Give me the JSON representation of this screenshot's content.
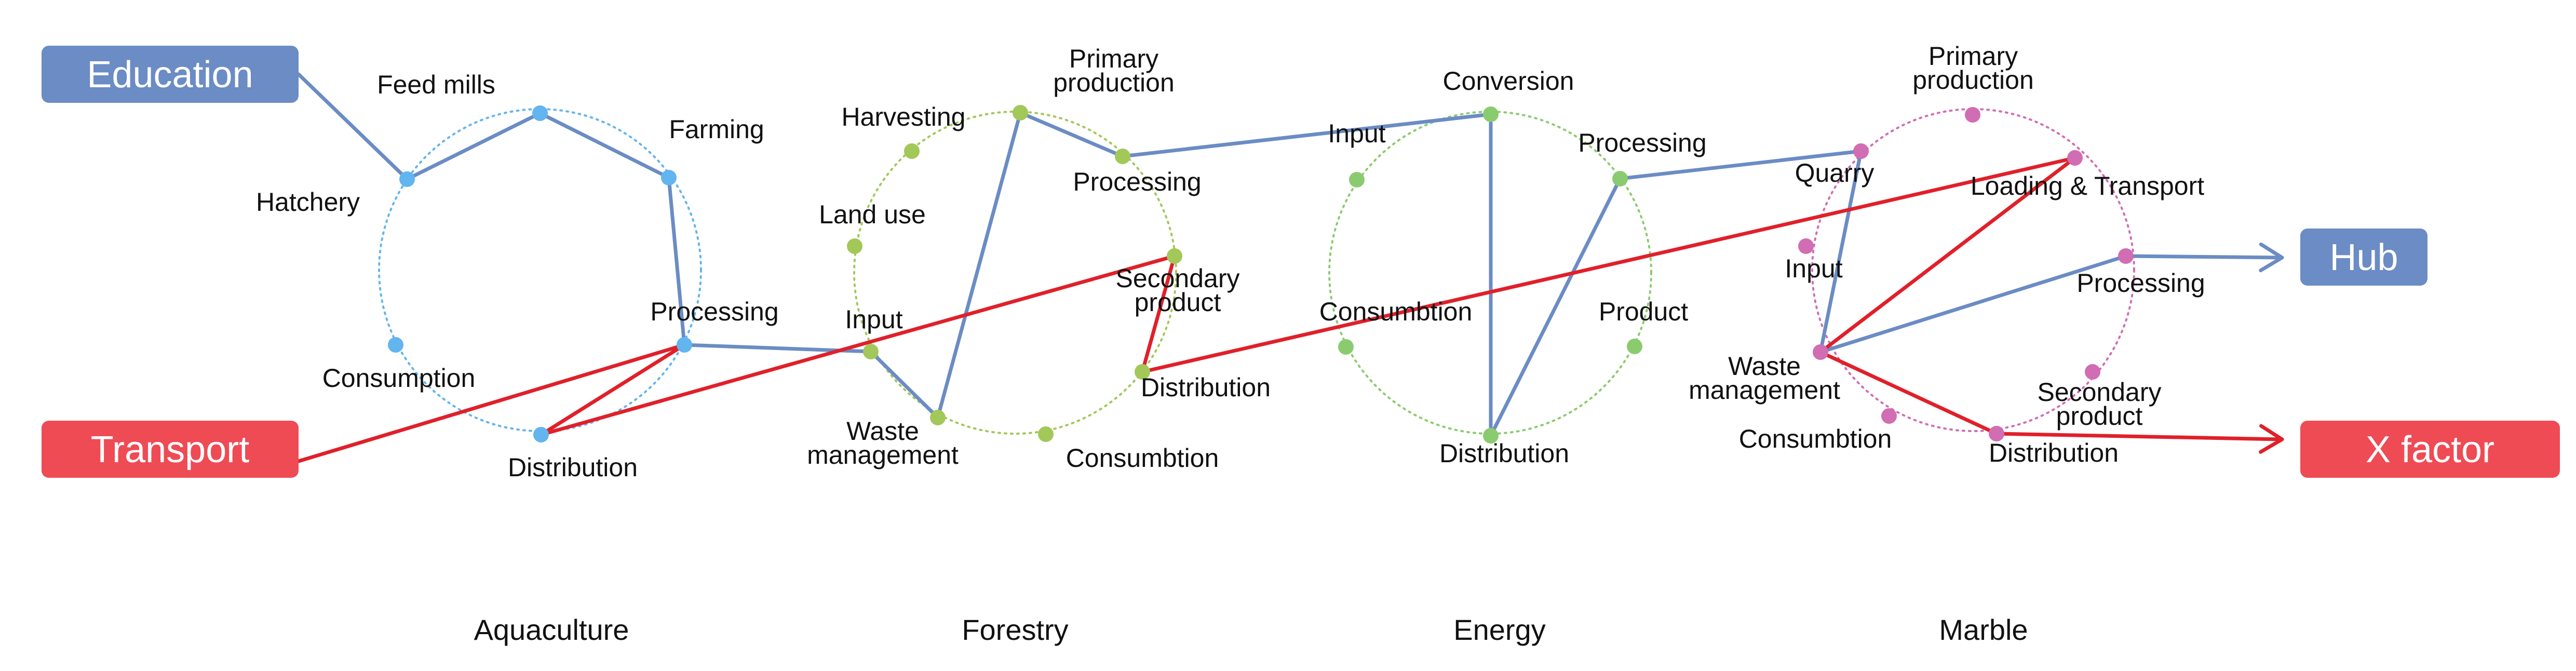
{
  "colors": {
    "blue_line": "#6b8cc4",
    "red_line": "#e0202a",
    "aquaculture": "#62b5ee",
    "forestry": "#a2c85a",
    "energy": "#8bcb6f",
    "marble": "#d16db3",
    "education_box": "#6b8cc4",
    "transport_box": "#ef4b55",
    "hub_box": "#6b8cc4",
    "xfactor_box": "#ef4b55"
  },
  "boxes": [
    {
      "id": "education",
      "label": "Education",
      "color": "blue"
    },
    {
      "id": "transport",
      "label": "Transport",
      "color": "red"
    },
    {
      "id": "hub",
      "label": "Hub",
      "color": "blue"
    },
    {
      "id": "xfactor",
      "label": "X factor",
      "color": "red"
    }
  ],
  "sectors": [
    {
      "id": "aquaculture",
      "name": "Aquaculture",
      "nodes": [
        {
          "id": "a_feed",
          "label": "Feed mills"
        },
        {
          "id": "a_farm",
          "label": "Farming"
        },
        {
          "id": "a_hatch",
          "label": "Hatchery"
        },
        {
          "id": "a_proc",
          "label": "Processing"
        },
        {
          "id": "a_cons",
          "label": "Consumption"
        },
        {
          "id": "a_dist",
          "label": "Distribution"
        }
      ]
    },
    {
      "id": "forestry",
      "name": "Forestry",
      "nodes": [
        {
          "id": "f_prim",
          "label": "Primary\nproduction"
        },
        {
          "id": "f_harv",
          "label": "Harvesting"
        },
        {
          "id": "f_proc",
          "label": "Processing"
        },
        {
          "id": "f_land",
          "label": "Land use"
        },
        {
          "id": "f_sec",
          "label": "Secondary\nproduct"
        },
        {
          "id": "f_input",
          "label": "Input"
        },
        {
          "id": "f_dist",
          "label": "Distribution"
        },
        {
          "id": "f_waste",
          "label": "Waste\nmanagement"
        },
        {
          "id": "f_cons",
          "label": "Consumbtion"
        }
      ]
    },
    {
      "id": "energy",
      "name": "Energy",
      "nodes": [
        {
          "id": "e_conv",
          "label": "Conversion"
        },
        {
          "id": "e_input",
          "label": "Input"
        },
        {
          "id": "e_proc",
          "label": "Processing"
        },
        {
          "id": "e_cons",
          "label": "Consumbtion"
        },
        {
          "id": "e_prod",
          "label": "Product"
        },
        {
          "id": "e_dist",
          "label": "Distribution"
        }
      ]
    },
    {
      "id": "marble",
      "name": "Marble",
      "nodes": [
        {
          "id": "m_prim",
          "label": "Primary\nproduction"
        },
        {
          "id": "m_quarry",
          "label": "Quarry"
        },
        {
          "id": "m_load",
          "label": "Loading & Transport"
        },
        {
          "id": "m_input",
          "label": "Input"
        },
        {
          "id": "m_proc",
          "label": "Processing"
        },
        {
          "id": "m_waste",
          "label": "Waste\nmanagement"
        },
        {
          "id": "m_sec",
          "label": "Secondary\nproduct"
        },
        {
          "id": "m_cons",
          "label": "Consumbtion"
        },
        {
          "id": "m_dist",
          "label": "Distribution"
        }
      ]
    }
  ],
  "links": [
    {
      "from": "education",
      "to": "a_hatch",
      "color": "blue"
    },
    {
      "from": "a_hatch",
      "to": "a_feed",
      "color": "blue"
    },
    {
      "from": "a_feed",
      "to": "a_farm",
      "color": "blue"
    },
    {
      "from": "a_farm",
      "to": "a_proc",
      "color": "blue"
    },
    {
      "from": "a_proc",
      "to": "f_input",
      "color": "blue"
    },
    {
      "from": "f_input",
      "to": "f_waste",
      "color": "blue"
    },
    {
      "from": "f_waste",
      "to": "f_prim",
      "color": "blue"
    },
    {
      "from": "f_prim",
      "to": "f_proc",
      "color": "blue"
    },
    {
      "from": "f_proc",
      "to": "e_conv",
      "color": "blue"
    },
    {
      "from": "e_conv",
      "to": "e_dist",
      "color": "blue"
    },
    {
      "from": "e_dist",
      "to": "e_proc",
      "color": "blue"
    },
    {
      "from": "e_proc",
      "to": "m_quarry",
      "color": "blue"
    },
    {
      "from": "m_quarry",
      "to": "m_waste",
      "color": "blue"
    },
    {
      "from": "m_waste",
      "to": "m_proc",
      "color": "blue"
    },
    {
      "from": "m_proc",
      "to": "hub",
      "color": "blue",
      "arrow": true
    },
    {
      "from": "transport",
      "to": "a_proc",
      "color": "red"
    },
    {
      "from": "a_proc",
      "to": "a_dist",
      "color": "red"
    },
    {
      "from": "a_dist",
      "to": "f_sec",
      "color": "red"
    },
    {
      "from": "f_sec",
      "to": "f_dist",
      "color": "red"
    },
    {
      "from": "f_dist",
      "to": "m_load",
      "color": "red"
    },
    {
      "from": "m_load",
      "to": "m_waste",
      "color": "red"
    },
    {
      "from": "m_waste",
      "to": "m_dist",
      "color": "red"
    },
    {
      "from": "m_dist",
      "to": "xfactor",
      "color": "red",
      "arrow": true
    }
  ]
}
